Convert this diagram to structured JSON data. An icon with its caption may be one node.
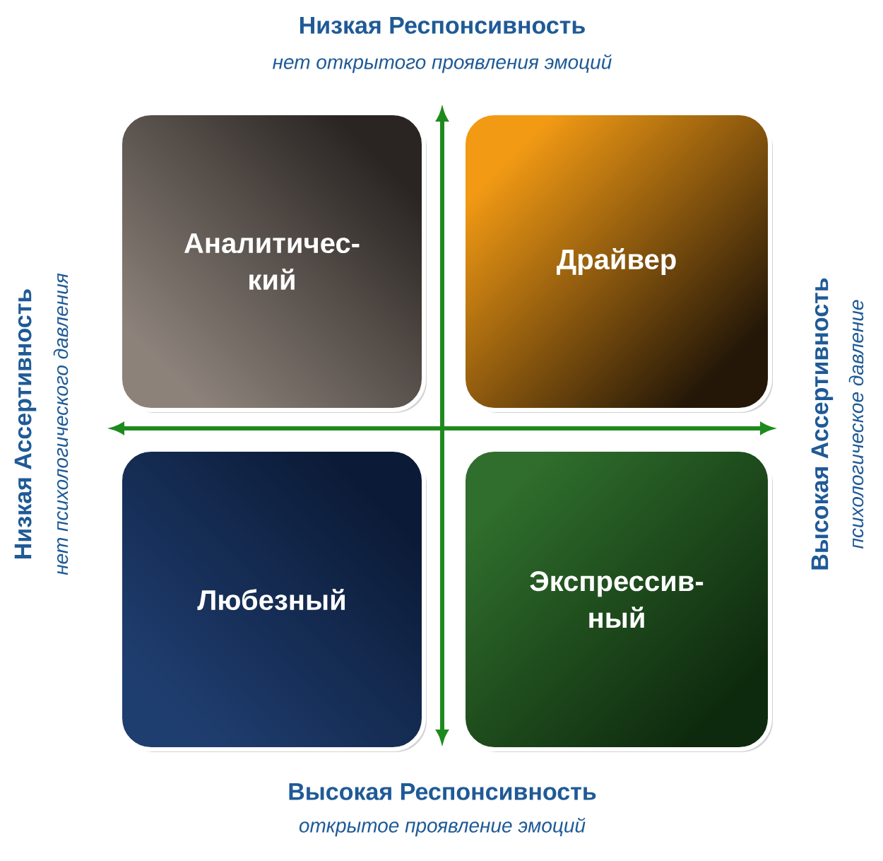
{
  "diagram": {
    "nodes": [
      {
        "text": [
          "Аналитичес-кий"
        ]
      },
      {
        "text": [
          "Драйвер"
        ]
      },
      {
        "text": [
          "Любезный"
        ]
      },
      {
        "text": [
          "Экспрессив-ный"
        ]
      }
    ],
    "labels": [
      "Низкая Респонсивность",
      "нет открытого проявления эмоций",
      "Низкая Ассертивность",
      "нет психологического давления",
      "Высокая Ассертивность",
      "психологическое давление",
      "Высокая Респонсивность",
      "открытое проявление эмоций"
    ]
  }
}
